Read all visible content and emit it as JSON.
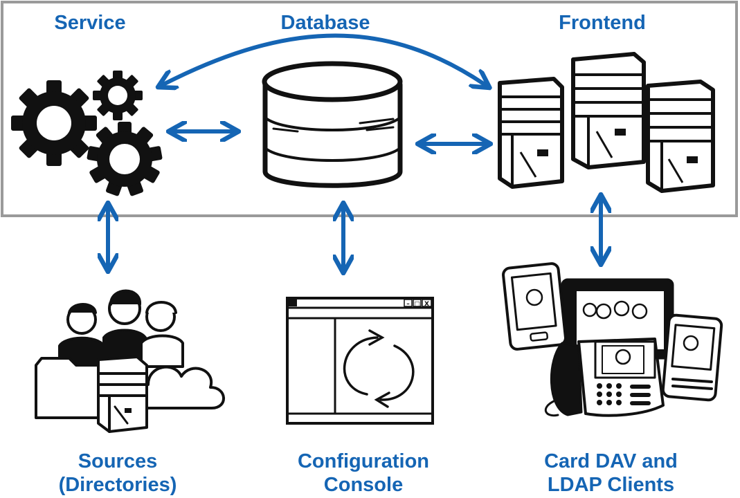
{
  "top_labels": {
    "service": "Service",
    "database": "Database",
    "frontend": "Frontend"
  },
  "bottom_labels": {
    "sources": [
      "Sources",
      "(Directories)"
    ],
    "console": [
      "Configuration",
      "Console"
    ],
    "clients": [
      "Card DAV and",
      "LDAP Clients"
    ]
  },
  "console_window_controls": [
    "–",
    "□",
    "X"
  ],
  "colors": {
    "accent": "#1565b4",
    "frame": "#9a9a9a",
    "ink": "#111111"
  },
  "icons": [
    "gears-icon",
    "database-icon",
    "servers-icon",
    "people-directory-icon",
    "console-window-icon",
    "devices-icon"
  ]
}
